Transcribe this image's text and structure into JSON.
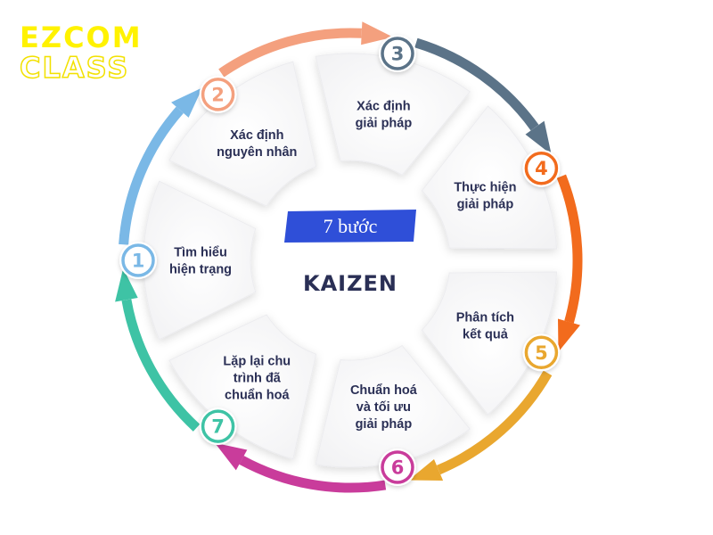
{
  "logo": {
    "line1": "EZCOM",
    "line2": "CLASS",
    "color": "#fff200"
  },
  "center": {
    "badge": "7 bước",
    "title": "KAIZEN",
    "badge_color": "#2f4fd8"
  },
  "steps": [
    {
      "number": "1",
      "lines": [
        "Tìm hiểu",
        "hiện trạng"
      ],
      "color": "#7ab8e6"
    },
    {
      "number": "2",
      "lines": [
        "Xác định",
        "nguyên nhân"
      ],
      "color": "#f4a07e"
    },
    {
      "number": "3",
      "lines": [
        "Xác định",
        "giải pháp"
      ],
      "color": "#5b7388"
    },
    {
      "number": "4",
      "lines": [
        "Thực hiện",
        "giải pháp"
      ],
      "color": "#f26b1d"
    },
    {
      "number": "5",
      "lines": [
        "Phân tích",
        "kết quả"
      ],
      "color": "#e9a72f"
    },
    {
      "number": "6",
      "lines": [
        "Chuẩn hoá",
        "và tối ưu",
        "giải pháp"
      ],
      "color": "#c93c9b"
    },
    {
      "number": "7",
      "lines": [
        "Lặp lại chu",
        "trình đã",
        "chuẩn hoá"
      ],
      "color": "#3ec3a5"
    }
  ]
}
